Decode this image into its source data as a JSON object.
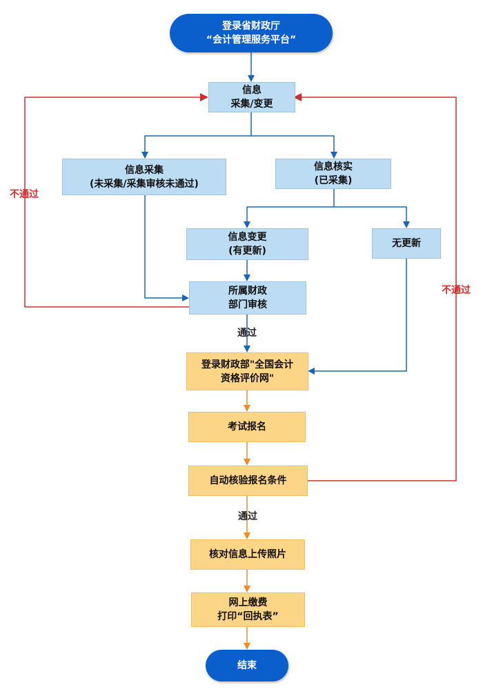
{
  "nodes": {
    "start": {
      "line1": "登录省财政厅",
      "line2": "“会计管理服务平台”"
    },
    "info_collect_change": {
      "line1": "信息",
      "line2": "采集/变更"
    },
    "info_collect": {
      "line1": "信息采集",
      "line2": "(未采集/采集审核未通过)"
    },
    "info_verify": {
      "line1": "信息核实",
      "line2": "(已采集)"
    },
    "info_change": {
      "line1": "信息变更",
      "line2": "(有更新)"
    },
    "no_update": {
      "line1": "无更新"
    },
    "dept_review": {
      "line1": "所属财政",
      "line2": "部门审核"
    },
    "login_mof": {
      "line1": "登录财政部\"全国会计",
      "line2": "资格评价网\""
    },
    "exam_signup": {
      "line1": "考试报名"
    },
    "auto_check": {
      "line1": "自动核验报名条件"
    },
    "upload_photo": {
      "line1": "核对信息上传照片"
    },
    "pay_print": {
      "line1": "网上缴费",
      "line2": "打印“回执表”"
    },
    "end": {
      "line1": "结束"
    }
  },
  "labels": {
    "fail_left": "不通过",
    "fail_right": "不通过",
    "pass_review": "通过",
    "pass_check": "通过"
  },
  "colors": {
    "blue_arrow": "#1565c0",
    "orange_arrow": "#f08a24",
    "red_arrow": "#d42b2b",
    "terminal": "#0a5fcc",
    "blue_box": "#bcdcf4",
    "orange_box": "#fdd586"
  }
}
